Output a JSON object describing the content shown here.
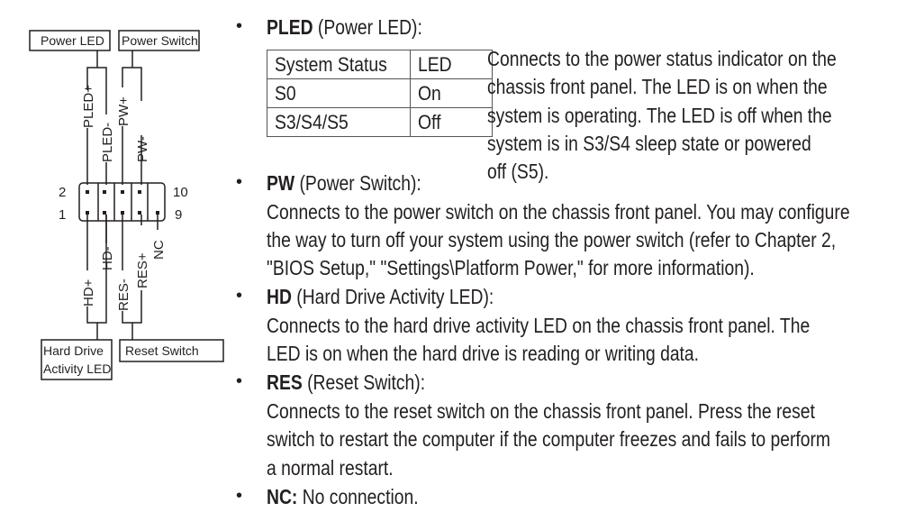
{
  "diagram": {
    "boxes": {
      "power_led": "Power LED",
      "power_switch": "Power Switch",
      "hd_line1": "Hard Drive",
      "hd_line2": "Activity LED",
      "reset_switch": "Reset Switch"
    },
    "pins": {
      "pled_plus": "PLED+",
      "pled_minus": "PLED-",
      "pw_plus": "PW+",
      "pw_minus": "PW-",
      "hd_plus": "HD+",
      "hd_minus": "HD-",
      "res_minus": "RES-",
      "res_plus": "RES+",
      "nc": "NC"
    },
    "pin_numbers": {
      "p2": "2",
      "p1": "1",
      "p10": "10",
      "p9": "9"
    }
  },
  "items": [
    {
      "abbr": "PLED",
      "title": " (Power LED):",
      "lines": [
        "Connects to the power status indicator on the",
        "chassis front panel. The LED is on when the",
        "system is operating. The LED is off when the",
        "system is in S3/S4 sleep state or powered",
        "off (S5)."
      ]
    },
    {
      "abbr": "PW",
      "title": " (Power Switch):",
      "lines": [
        "Connects to the power switch on the chassis front panel. You may configure",
        "the way to turn off your system using the power switch (refer to Chapter 2,",
        "\"BIOS Setup,\" \"Settings\\Platform Power,\" for more information)."
      ]
    },
    {
      "abbr": "HD",
      "title": " (Hard Drive Activity LED):",
      "lines": [
        "Connects to the hard drive activity LED on the chassis front panel. The",
        "LED is on when the hard drive is reading or writing data."
      ]
    },
    {
      "abbr": "RES",
      "title": " (Reset Switch):",
      "lines": [
        "Connects to the reset switch on the chassis front panel. Press the reset",
        "switch to restart the computer if the computer freezes and fails to perform",
        "a normal restart."
      ]
    },
    {
      "abbr": "NC:",
      "title": " No connection.",
      "lines": []
    }
  ],
  "table": {
    "headers": [
      "System Status",
      "LED"
    ],
    "rows": [
      [
        "S0",
        "On"
      ],
      [
        "S3/S4/S5",
        "Off"
      ]
    ]
  },
  "bullet": "•"
}
